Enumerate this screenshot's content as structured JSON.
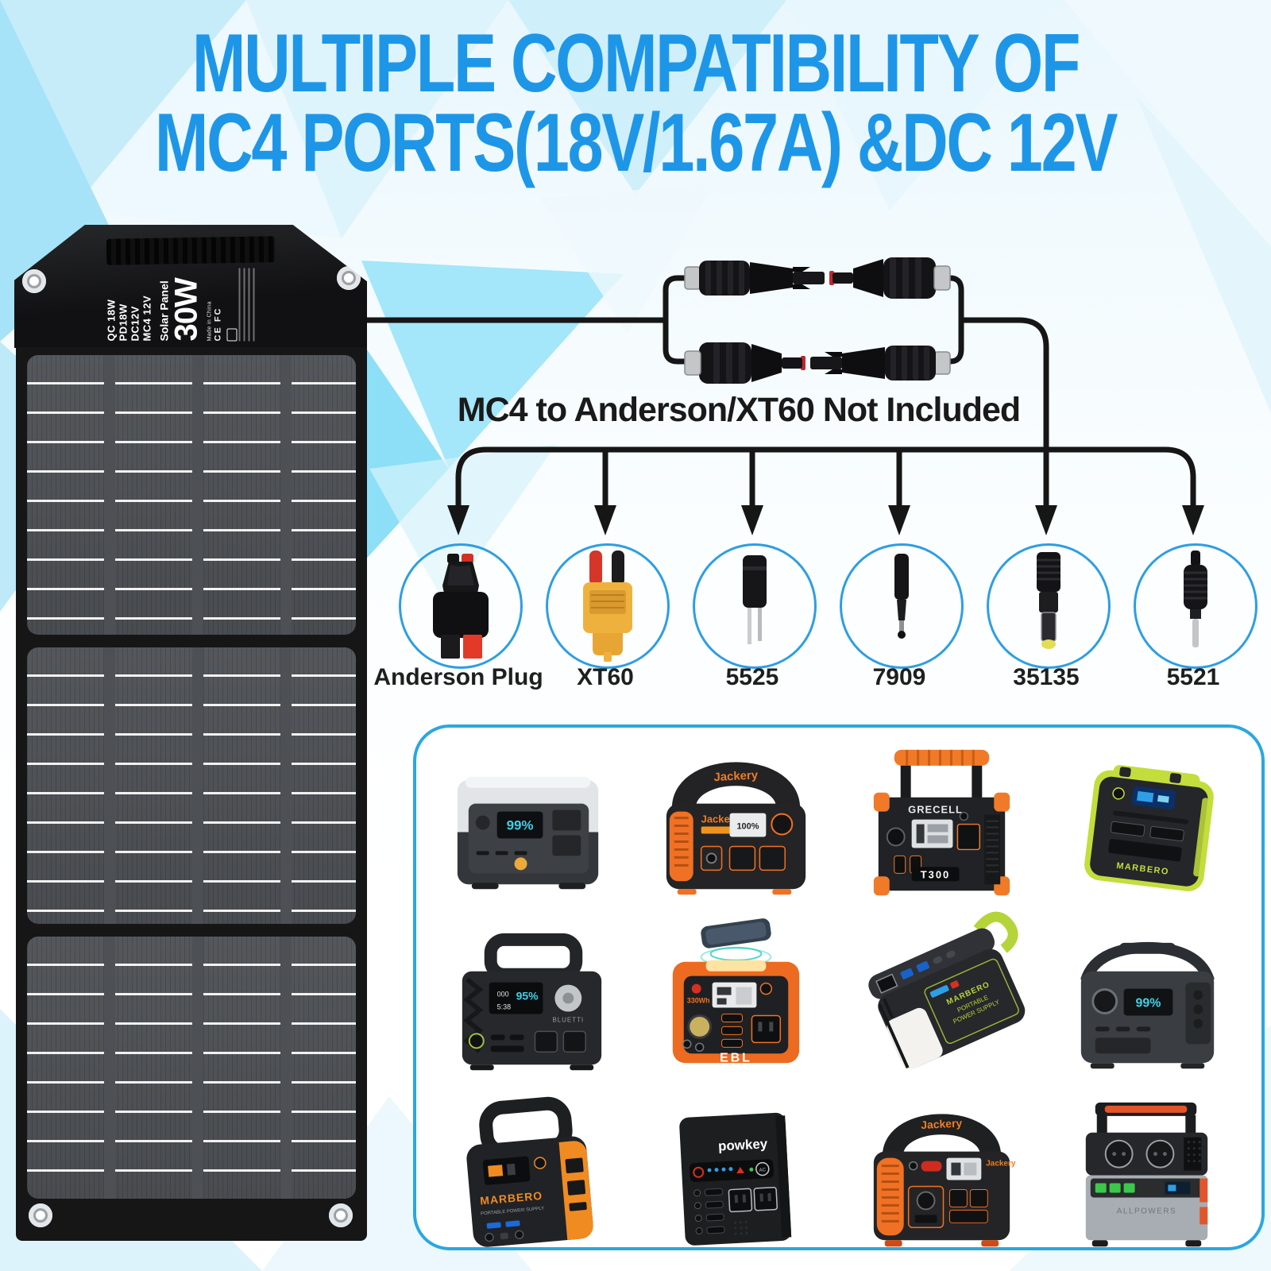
{
  "title": {
    "line1": "MULTIPLE COMPATIBILITY OF",
    "line2": "MC4 PORTS(18V/1.67A) &DC 12V"
  },
  "solar_panel": {
    "wattage": "30W",
    "product_name": "Solar Panel",
    "port_qc": "QC 18W",
    "port_pd": "PD18W",
    "port_dc": "DC12V",
    "port_mc4": "MC4 12V",
    "origin": "Made in China",
    "certs": "CE FC"
  },
  "diagram": {
    "note": "MC4 to Anderson/XT60 Not Included",
    "adapters": [
      {
        "label": "Anderson Plug"
      },
      {
        "label": "XT60"
      },
      {
        "label": "5525"
      },
      {
        "label": "7909"
      },
      {
        "label": "35135"
      },
      {
        "label": "5521"
      }
    ]
  },
  "products": [
    {
      "id": "power-station-river2",
      "screen": "99%"
    },
    {
      "id": "power-station-jackery-300",
      "brand": "Jackery",
      "handle": "Jackery",
      "screen": "100%"
    },
    {
      "id": "power-station-grecell",
      "brand": "GRECELL",
      "model": "T300"
    },
    {
      "id": "power-station-marbero-cube",
      "brand": "MARBERO"
    },
    {
      "id": "power-station-bluetti",
      "brand": "BLUETTI",
      "screen_left": "000",
      "screen": "95%",
      "screen_right": "5:38"
    },
    {
      "id": "power-station-ebl",
      "brand": "EBL",
      "capacity": "330Wh"
    },
    {
      "id": "power-station-marbero-tilted",
      "brand": "MARBERO",
      "line1": "PORTABLE",
      "line2": "POWER SUPPLY"
    },
    {
      "id": "power-station-river",
      "screen": "99%"
    },
    {
      "id": "power-station-marbero-orange",
      "brand": "MARBERO",
      "sub": "PORTABLE POWER SUPPLY"
    },
    {
      "id": "power-station-powkey",
      "brand": "powkey",
      "ac": "AC"
    },
    {
      "id": "power-station-jackery-1000",
      "brand": "Jackery",
      "handle": "Jackery"
    },
    {
      "id": "power-station-allpowers",
      "brand": "ALLPOWERS"
    }
  ],
  "colors": {
    "title_blue": "#1e96e8",
    "box_border_blue": "#2aa7e0",
    "circle_blue": "#2d9ee2",
    "cable_black": "#161616"
  }
}
